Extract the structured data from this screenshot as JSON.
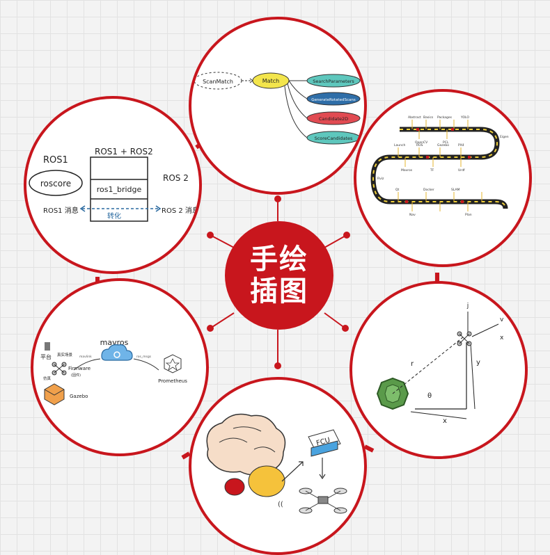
{
  "center": {
    "line1": "手绘",
    "line2": "插图"
  },
  "top": {
    "scanmatch": "ScanMatch",
    "match": "Match",
    "items": [
      "SearchParameters",
      "GenerateRotatedScans",
      "Candidate2D",
      "ScoreCandidates"
    ]
  },
  "ros": {
    "ros1": "ROS1",
    "ros1ros2": "ROS1 + ROS2",
    "ros2": "ROS 2",
    "roscore": "roscore",
    "bridge": "ros1_bridge",
    "ros1msg": "ROS1 消息",
    "convert": "转化",
    "ros2msg": "ROS 2 消息"
  },
  "mavros": {
    "mavros": "mavros",
    "firmware": "Firmware",
    "firmware_cn": "(固件)",
    "gazebo": "Gazebo",
    "prometheus": "Prometheus",
    "real": "真实场景",
    "sim": "仿真",
    "plat": "平台",
    "arrow_left": "mavlink",
    "arrow_right": "ros_msgs"
  },
  "geom": {
    "j": "j",
    "v": "v",
    "x": "x",
    "y": "y",
    "r": "r",
    "theta": "θ",
    "xaxis": "x"
  },
  "brain": {
    "fcu": "FCU"
  },
  "roadmap": {
    "labels": [
      "Abstract",
      "Basics",
      "Packages",
      "YOLO",
      "OpenCV",
      "PCL",
      "Eigen",
      "Launch",
      "ROS",
      "Gazebo",
      "PX4",
      "Mavros",
      "TF",
      "Urdf",
      "Rviz",
      "Qt",
      "Docker",
      "SLAM",
      "Nav",
      "Plan"
    ]
  },
  "colors": {
    "accent": "#c8161d",
    "line": "#b11a1e"
  }
}
